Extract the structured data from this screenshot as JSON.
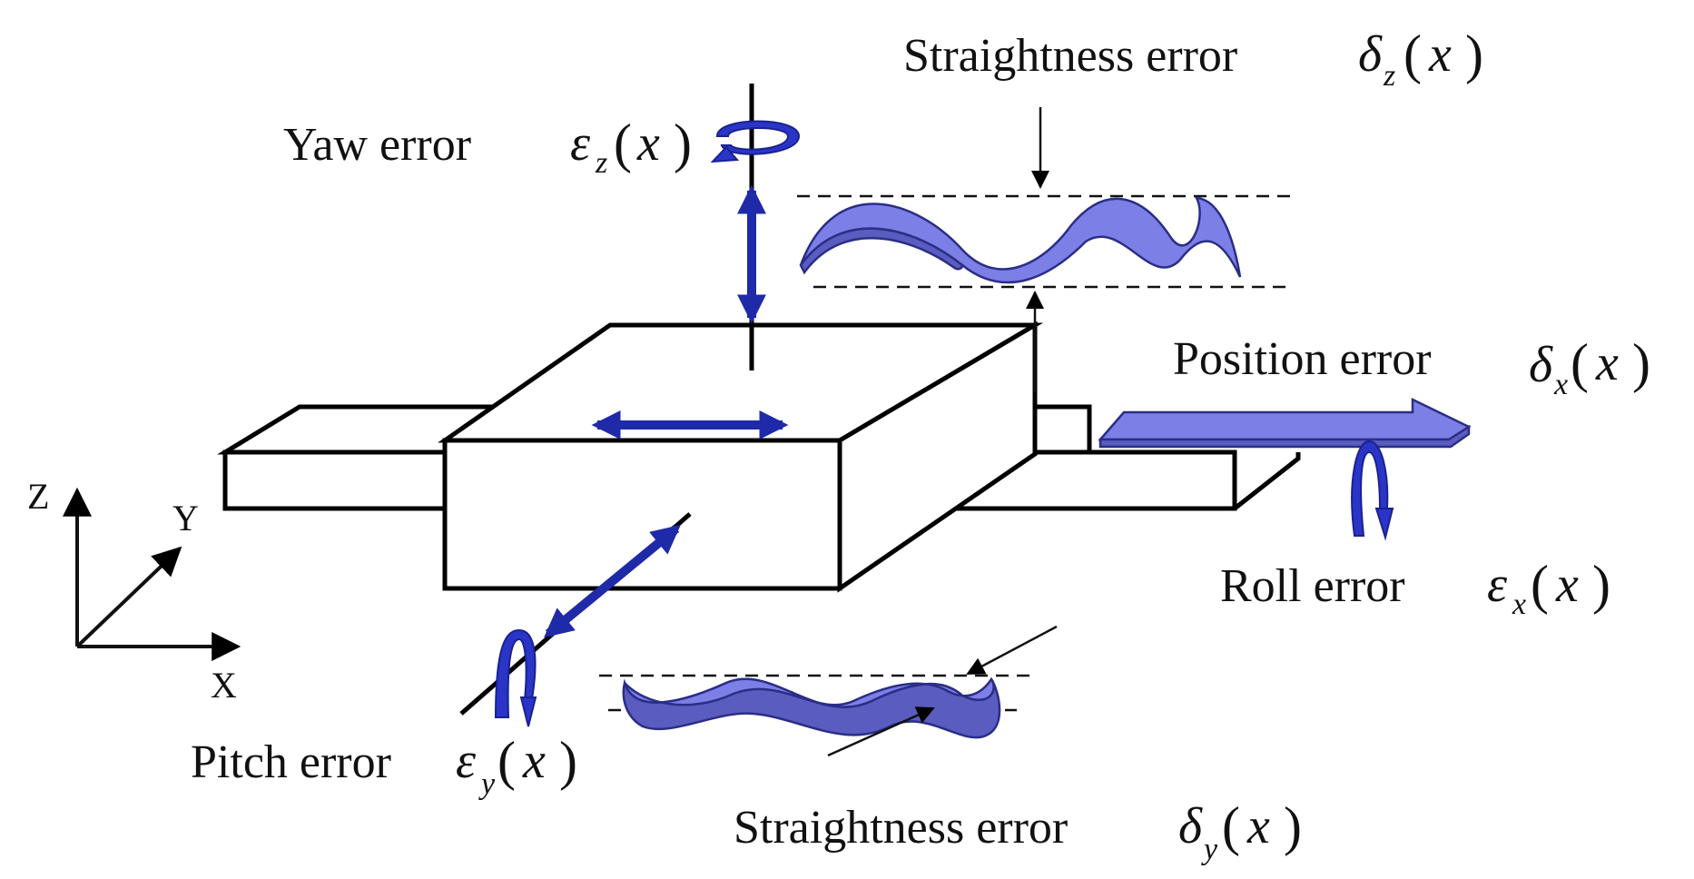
{
  "labels": {
    "yaw": {
      "text": "Yaw error",
      "symbol": "ε",
      "sub": "z",
      "arg": "x"
    },
    "straightness_z": {
      "text": "Straightness error",
      "symbol": "δ",
      "sub": "z",
      "arg": "x"
    },
    "position": {
      "text": "Position error",
      "symbol": "δ",
      "sub": "x",
      "arg": "x"
    },
    "roll": {
      "text": "Roll error",
      "symbol": "ε",
      "sub": "x",
      "arg": "x"
    },
    "pitch": {
      "text": "Pitch error",
      "symbol": "ε",
      "sub": "y",
      "arg": "x"
    },
    "straightness_y": {
      "text": "Straightness error",
      "symbol": "δ",
      "sub": "y",
      "arg": "x"
    }
  },
  "axes": {
    "x": "X",
    "y": "Y",
    "z": "Z"
  },
  "colors": {
    "arrow": "#1e2aa8",
    "wave": "#7c7fe6",
    "outline": "#000000"
  }
}
